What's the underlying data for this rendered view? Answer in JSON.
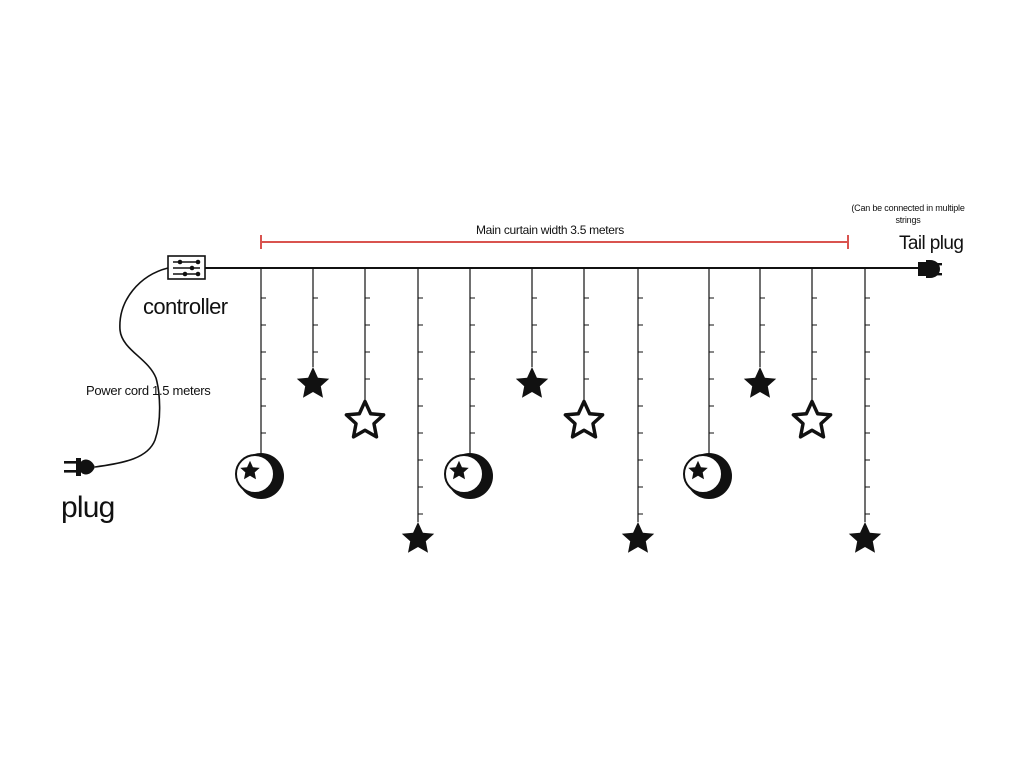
{
  "labels": {
    "curtain_width": "Main curtain width 3.5 meters",
    "tail_note_line1": "(Can be connected in multiple",
    "tail_note_line2": "strings",
    "tail_plug": "Tail plug",
    "controller": "controller",
    "power_cord": "Power cord 1.5 meters",
    "plug": "plug"
  },
  "colors": {
    "dimension_line": "#d9534f",
    "wire": "#111111",
    "ornament": "#111111"
  },
  "strands": [
    {
      "ornament": "moon-icon"
    },
    {
      "ornament": "star-filled-icon"
    },
    {
      "ornament": "star-outline-icon"
    },
    {
      "ornament": "star-filled-icon"
    },
    {
      "ornament": "moon-icon"
    },
    {
      "ornament": "star-filled-icon"
    },
    {
      "ornament": "star-outline-icon"
    },
    {
      "ornament": "star-filled-icon"
    },
    {
      "ornament": "moon-icon"
    },
    {
      "ornament": "star-filled-icon"
    },
    {
      "ornament": "star-outline-icon"
    },
    {
      "ornament": "star-filled-icon"
    }
  ]
}
